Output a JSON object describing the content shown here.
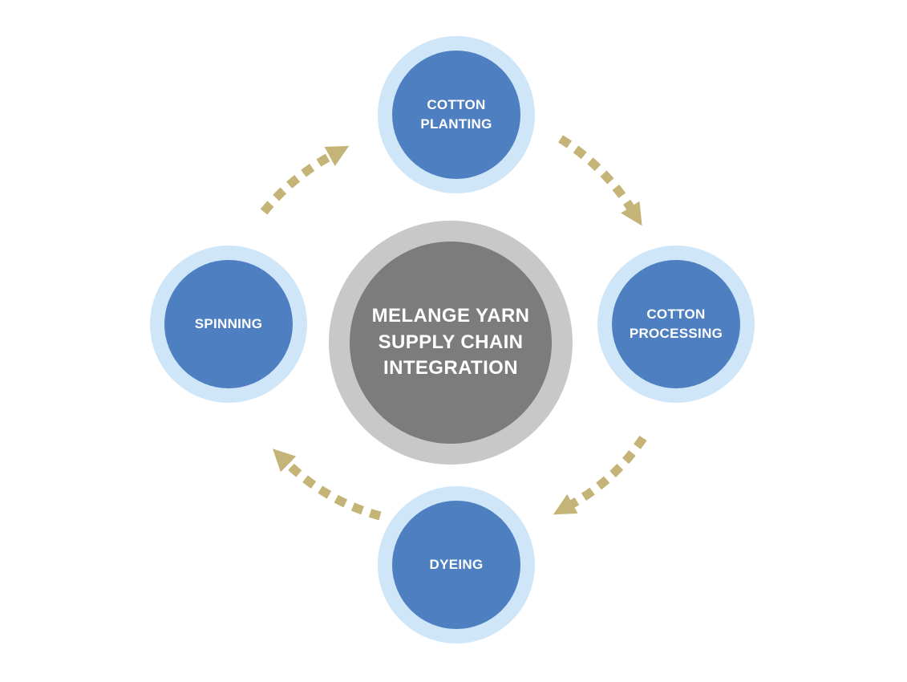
{
  "diagram": {
    "type": "cycle",
    "center": {
      "id": "melange-yarn-supply-chain-integration",
      "label": "MELANGE YARN SUPPLY CHAIN INTEGRATION"
    },
    "nodes": [
      {
        "id": "cotton-planting",
        "label": "COTTON PLANTING",
        "position": "top"
      },
      {
        "id": "cotton-processing",
        "label": "COTTON PROCESSING",
        "position": "right"
      },
      {
        "id": "dyeing",
        "label": "DYEING",
        "position": "bottom"
      },
      {
        "id": "spinning",
        "label": "SPINNING",
        "position": "left"
      }
    ],
    "arrows": [
      {
        "from": "SPINNING",
        "to": "COTTON PLANTING"
      },
      {
        "from": "COTTON PLANTING",
        "to": "COTTON PROCESSING"
      },
      {
        "from": "COTTON PROCESSING",
        "to": "DYEING"
      },
      {
        "from": "DYEING",
        "to": "SPINNING"
      }
    ],
    "flow_direction": "clockwise"
  },
  "colors": {
    "node_fill": "#4e7fc0",
    "node_ring": "#cfe6f9",
    "center_fill": "#7c7c7c",
    "center_ring": "#c8c8c8",
    "arrow": "#c5b478",
    "label_text": "#ffffff",
    "background": "#ffffff"
  }
}
